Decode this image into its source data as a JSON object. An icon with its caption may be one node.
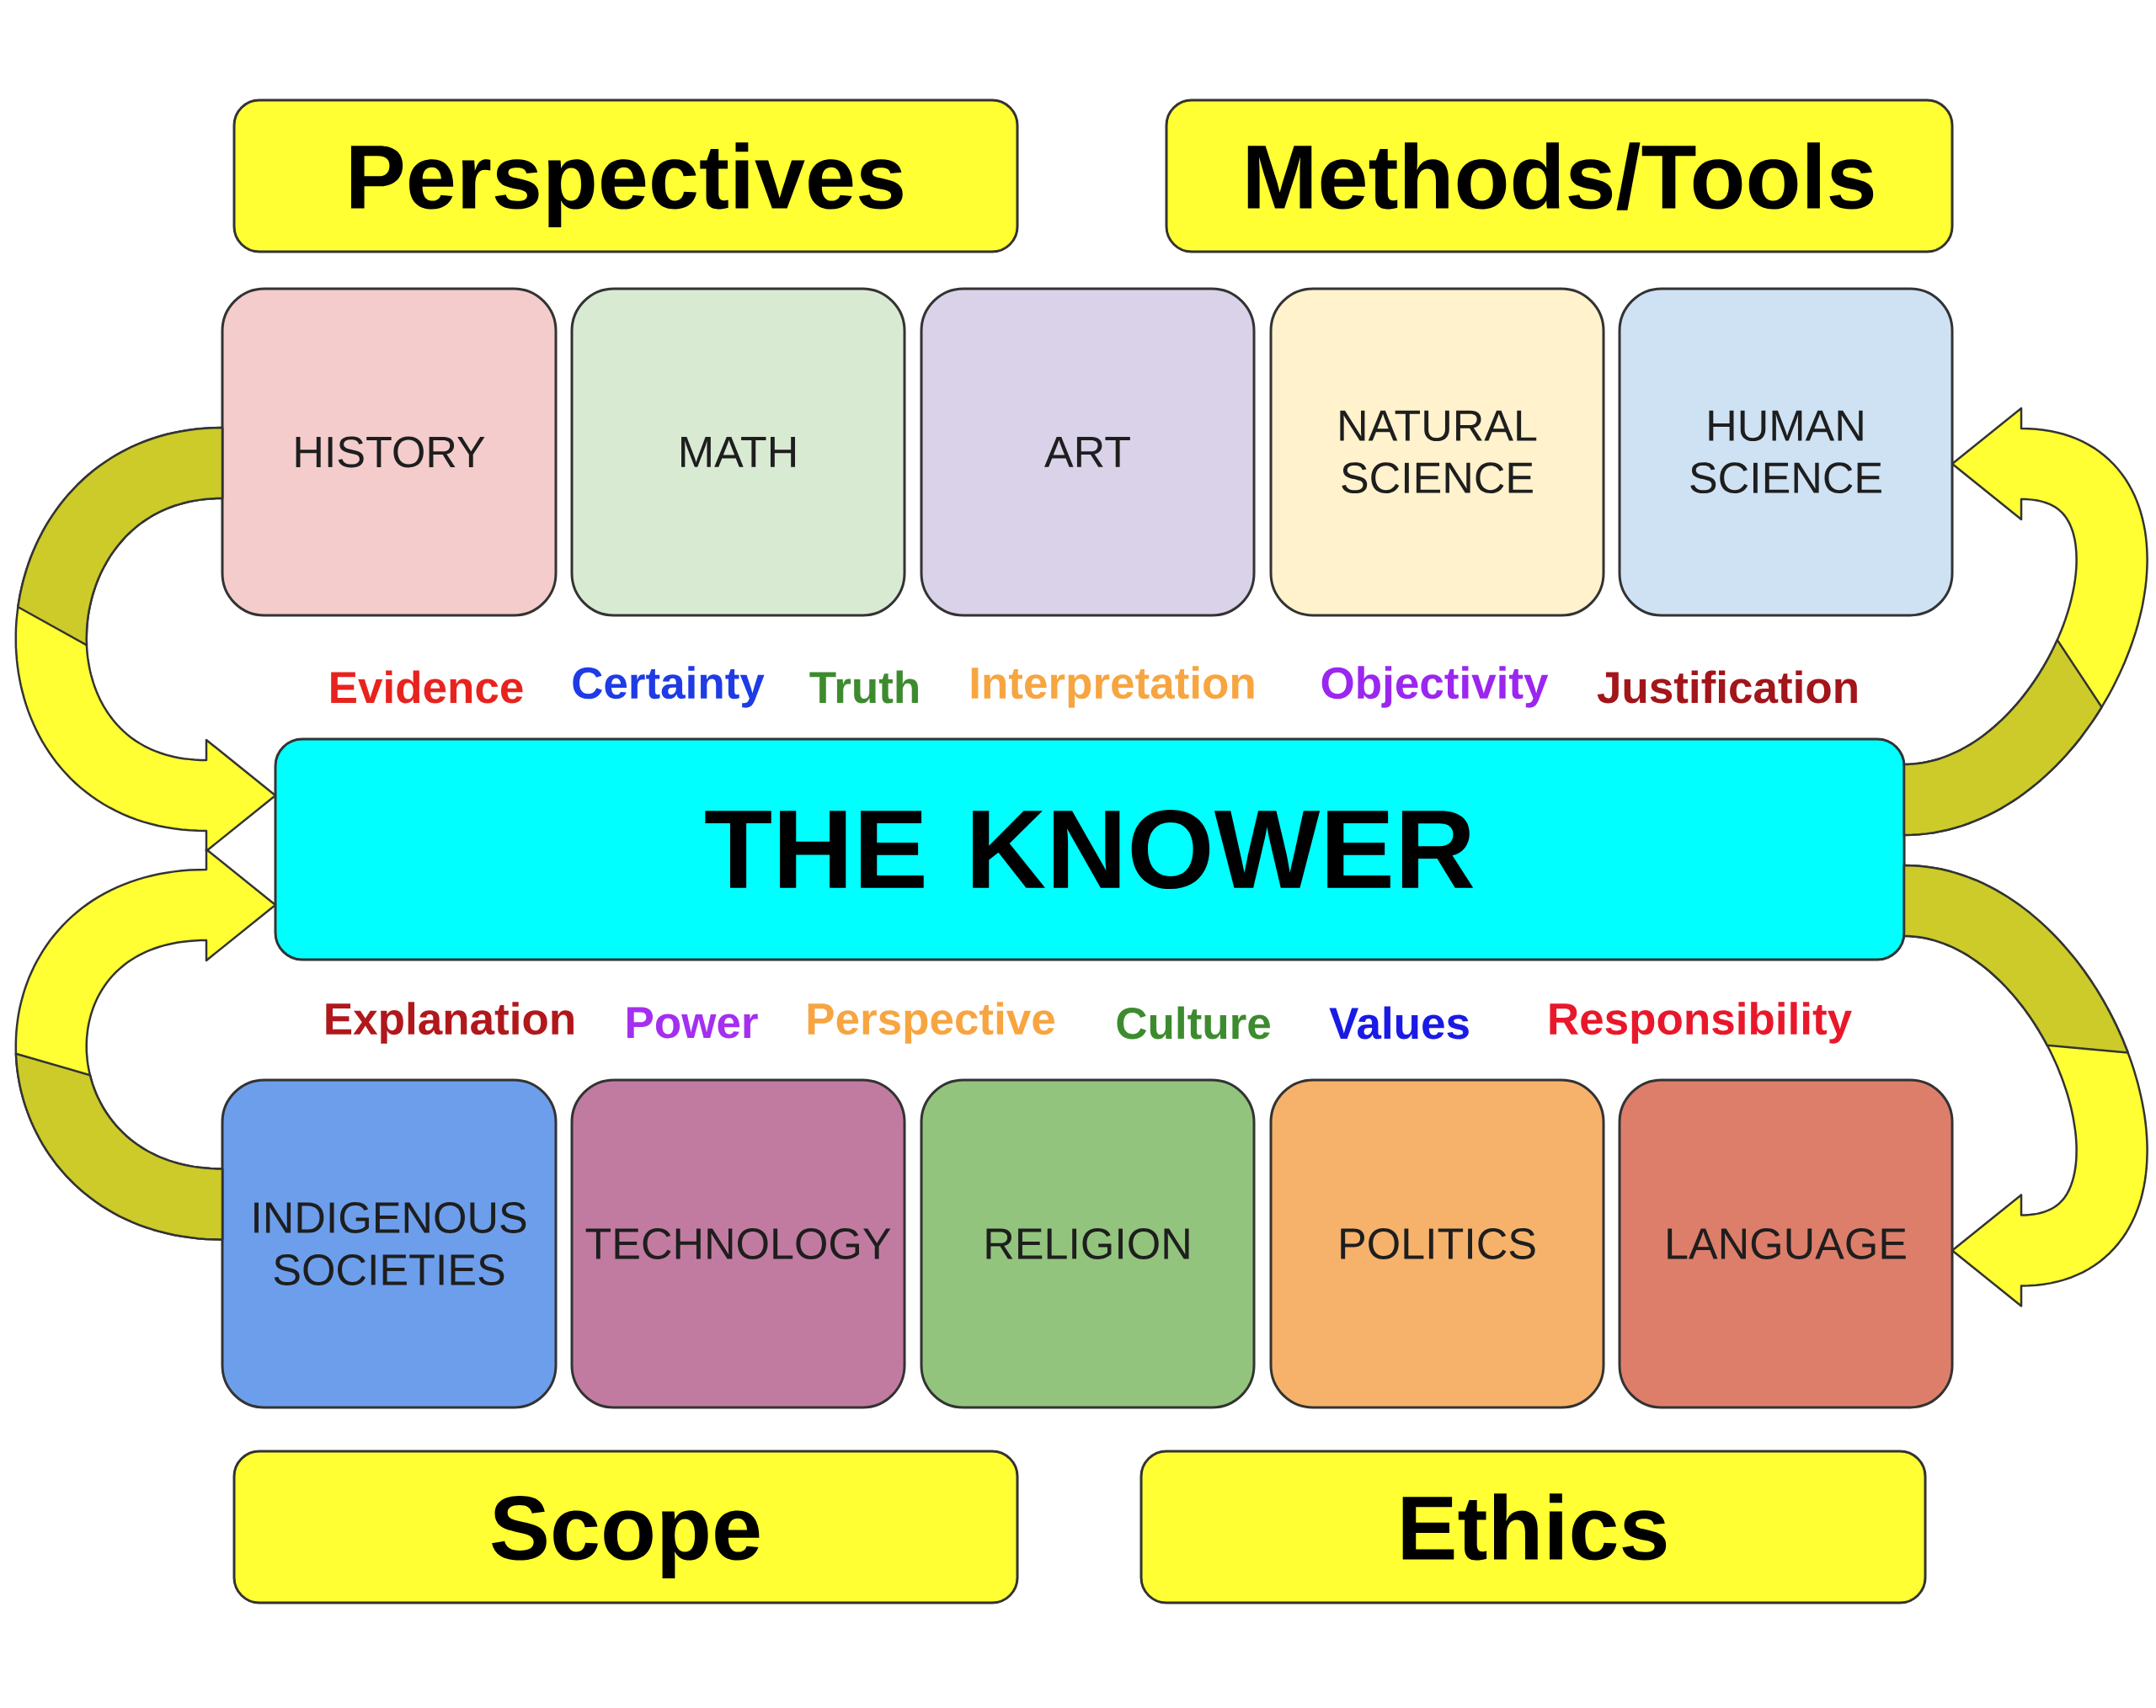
{
  "diagram": {
    "nodes": [
      {
        "text": [
          "Perspectives"
        ]
      },
      {
        "text": [
          "Methods/Tools"
        ]
      },
      {
        "text": [
          "HISTORY"
        ]
      },
      {
        "text": [
          "MATH"
        ]
      },
      {
        "text": [
          "ART"
        ]
      },
      {
        "text": [
          "NATURAL SCIENCE"
        ]
      },
      {
        "text": [
          "HUMAN SCIENCE"
        ]
      },
      {
        "text": [
          "THE KNOWER"
        ]
      },
      {
        "text": [
          "INDIGENOUS SOCIETIES"
        ]
      },
      {
        "text": [
          "TECHNOLOGY"
        ]
      },
      {
        "text": [
          "RELIGION"
        ]
      },
      {
        "text": [
          "POLITICS"
        ]
      },
      {
        "text": [
          "LANGUAGE"
        ]
      },
      {
        "text": [
          "Scope"
        ]
      },
      {
        "text": [
          "Ethics"
        ]
      }
    ],
    "edges": [
      {
        "from": 2,
        "to": 7,
        "arrow": "to"
      },
      {
        "from": 8,
        "to": 7,
        "arrow": "to"
      },
      {
        "from": 7,
        "to": 6,
        "arrow": "to"
      },
      {
        "from": 7,
        "to": 12,
        "arrow": "to"
      }
    ],
    "labels": [
      "Evidence",
      "Certainty",
      "Truth",
      "Interpretation",
      "Objectivity",
      "Justification",
      "Explanation",
      "Power",
      "Perspective",
      "Culture",
      "Values",
      "Responsibility"
    ]
  }
}
